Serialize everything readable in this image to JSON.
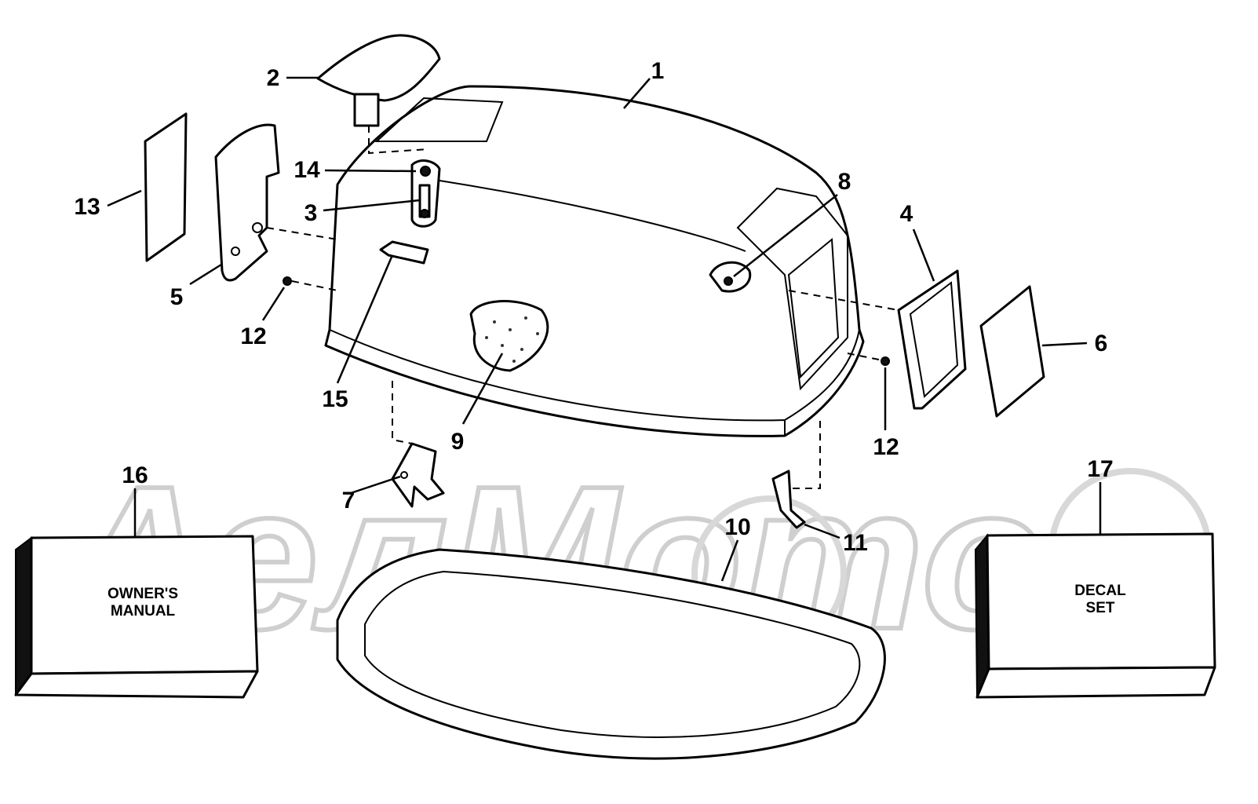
{
  "callouts": [
    "1",
    "2",
    "3",
    "4",
    "5",
    "6",
    "7",
    "8",
    "9",
    "10",
    "11",
    "12",
    "12",
    "13",
    "14",
    "15",
    "16",
    "17"
  ],
  "boxes": {
    "owners_manual": [
      "OWNER'S",
      "MANUAL"
    ],
    "decal_set": [
      "DECAL",
      "SET"
    ]
  },
  "watermark": {
    "text": "АелМото"
  }
}
